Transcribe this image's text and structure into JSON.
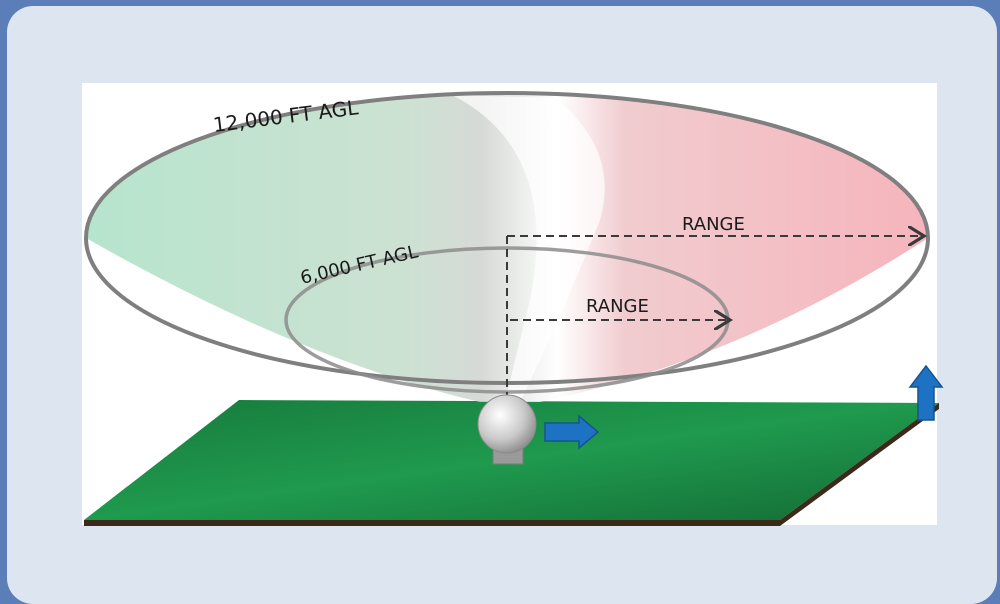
{
  "labels": {
    "outer_altitude": "12,000 FT AGL",
    "inner_altitude": "6,000 FT AGL",
    "outer_range": "RANGE",
    "inner_range": "RANGE"
  },
  "colors": {
    "page_border": "#5b7db8",
    "panel_background": "#dde6f0",
    "ground_green": "#1a8a45",
    "ground_edge": "#3b2a1a",
    "approach_green": "#a9e0c4",
    "recede_red": "#f2a9b2",
    "ellipse_outline": "#7f7f7f",
    "arrow_blue": "#1e72c4",
    "dashed_line": "#3a3a3a"
  },
  "icons": {
    "radar": "radar-dome-icon",
    "horizontal_arrow": "arrow-right-icon",
    "vertical_arrow": "arrow-up-icon"
  }
}
